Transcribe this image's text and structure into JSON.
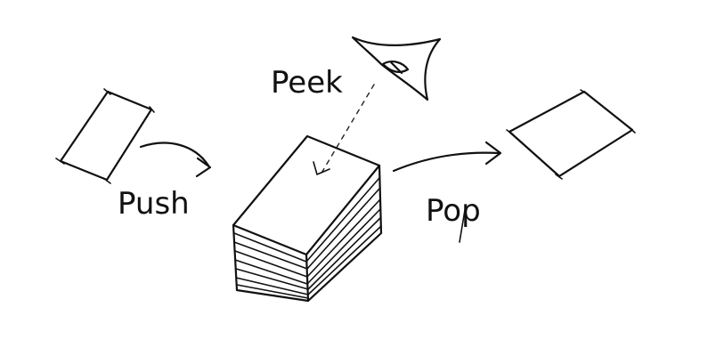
{
  "labels": {
    "push": "Push",
    "peek": "Peek",
    "pop": "Pop"
  },
  "stack": {
    "page_count": 8
  },
  "colors": {
    "ink": "#111111",
    "background": "#ffffff"
  }
}
